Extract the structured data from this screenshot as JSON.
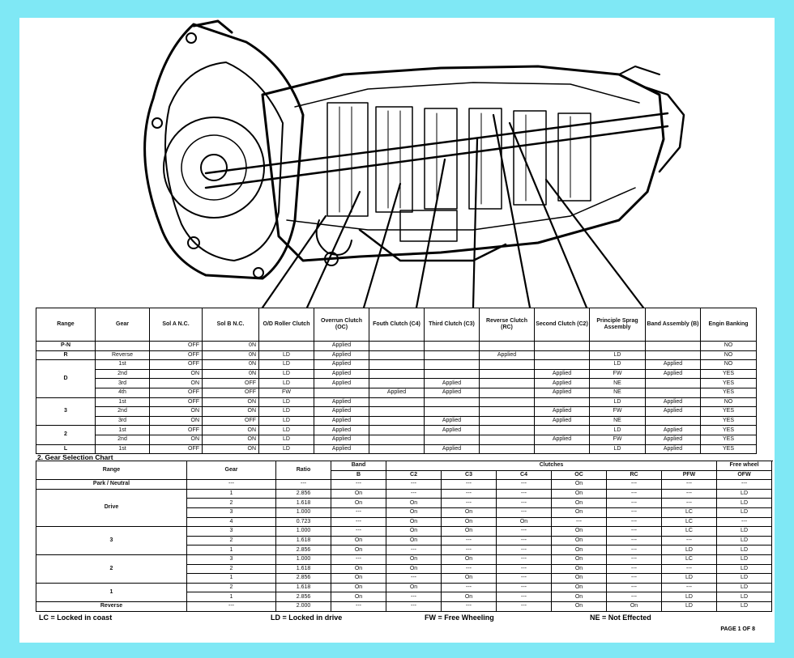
{
  "illustration": {
    "icon": "transmission-cutaway-icon"
  },
  "operation_chart": {
    "headers": [
      "Range",
      "Gear",
      "Sol A N.C.",
      "Sol B N.C.",
      "O/D Roller Clutch",
      "Overrun Clutch (OC)",
      "Fouth Clutch (C4)",
      "Third Clutch (C3)",
      "Reverse Clutch (RC)",
      "Second Clutch (C2)",
      "Principle Sprag Assembly",
      "Band Assembly (B)",
      "Engin Banking"
    ],
    "groups": [
      {
        "range": "P-N",
        "rows": [
          [
            "",
            "OFF",
            "0N",
            "",
            "Applied",
            "",
            "",
            "",
            "",
            "",
            "",
            "NO"
          ]
        ]
      },
      {
        "range": "R",
        "rows": [
          [
            "Reverse",
            "OFF",
            "0N",
            "LD",
            "Applied",
            "",
            "",
            "Applied",
            "",
            "LD",
            "",
            "NO"
          ]
        ]
      },
      {
        "range": "D",
        "rows": [
          [
            "1st",
            "OFF",
            "0N",
            "LD",
            "Applied",
            "",
            "",
            "",
            "",
            "LD",
            "Applied",
            "NO"
          ],
          [
            "2nd",
            "ON",
            "0N",
            "LD",
            "Applied",
            "",
            "",
            "",
            "Applied",
            "FW",
            "Applied",
            "YES"
          ],
          [
            "3rd",
            "ON",
            "OFF",
            "LD",
            "Applied",
            "",
            "Applied",
            "",
            "Applied",
            "NE",
            "",
            "YES"
          ],
          [
            "4th",
            "OFF",
            "OFF",
            "FW",
            "",
            "Applied",
            "Applied",
            "",
            "Applied",
            "NE",
            "",
            "YES"
          ]
        ]
      },
      {
        "range": "3",
        "rows": [
          [
            "1st",
            "OFF",
            "ON",
            "LD",
            "Applied",
            "",
            "",
            "",
            "",
            "LD",
            "Applied",
            "NO"
          ],
          [
            "2nd",
            "ON",
            "ON",
            "LD",
            "Applied",
            "",
            "",
            "",
            "Applied",
            "FW",
            "Applied",
            "YES"
          ],
          [
            "3rd",
            "ON",
            "OFF",
            "LD",
            "Applied",
            "",
            "Applied",
            "",
            "Applied",
            "NE",
            "",
            "YES"
          ]
        ]
      },
      {
        "range": "2",
        "rows": [
          [
            "1st",
            "OFF",
            "ON",
            "LD",
            "Applied",
            "",
            "Applied",
            "",
            "",
            "LD",
            "Applied",
            "YES"
          ],
          [
            "2nd",
            "ON",
            "ON",
            "LD",
            "Applied",
            "",
            "",
            "",
            "Applied",
            "FW",
            "Applied",
            "YES"
          ]
        ]
      },
      {
        "range": "L",
        "rows": [
          [
            "1st",
            "OFF",
            "ON",
            "LD",
            "Applied",
            "",
            "Applied",
            "",
            "",
            "LD",
            "Applied",
            "YES"
          ]
        ]
      }
    ]
  },
  "selection_chart": {
    "title": "2. Gear Selection Chart",
    "headers_top": [
      "Range",
      "Gear",
      "Ratio",
      "Band",
      "Clutches",
      "Free wheel"
    ],
    "headers_sub": [
      "B",
      "C2",
      "C3",
      "C4",
      "OC",
      "RC",
      "PFW",
      "OFW"
    ],
    "groups": [
      {
        "range": "Park / Neutral",
        "rows": [
          [
            "---",
            "---",
            "---",
            "---",
            "---",
            "---",
            "On",
            "---",
            "---",
            "---"
          ]
        ]
      },
      {
        "range": "Drive",
        "rows": [
          [
            "1",
            "2.856",
            "On",
            "---",
            "---",
            "---",
            "On",
            "---",
            "---",
            "LD"
          ],
          [
            "2",
            "1.618",
            "On",
            "On",
            "---",
            "---",
            "On",
            "---",
            "---",
            "LD"
          ],
          [
            "3",
            "1.000",
            "---",
            "On",
            "On",
            "---",
            "On",
            "---",
            "LC",
            "LD"
          ],
          [
            "4",
            "0.723",
            "---",
            "On",
            "On",
            "On",
            "---",
            "---",
            "LC",
            "---"
          ]
        ]
      },
      {
        "range": "3",
        "rows": [
          [
            "3",
            "1.000",
            "---",
            "On",
            "On",
            "---",
            "On",
            "---",
            "LC",
            "LD"
          ],
          [
            "2",
            "1.618",
            "On",
            "On",
            "---",
            "---",
            "On",
            "---",
            "---",
            "LD"
          ],
          [
            "1",
            "2.856",
            "On",
            "---",
            "---",
            "---",
            "On",
            "---",
            "LD",
            "LD"
          ]
        ]
      },
      {
        "range": "2",
        "rows": [
          [
            "3",
            "1.000",
            "---",
            "On",
            "On",
            "---",
            "On",
            "---",
            "LC",
            "LD"
          ],
          [
            "2",
            "1.618",
            "On",
            "On",
            "---",
            "---",
            "On",
            "---",
            "---",
            "LD"
          ],
          [
            "1",
            "2.856",
            "On",
            "---",
            "On",
            "---",
            "On",
            "---",
            "LD",
            "LD"
          ]
        ]
      },
      {
        "range": "1",
        "rows": [
          [
            "2",
            "1.618",
            "On",
            "On",
            "---",
            "---",
            "On",
            "---",
            "---",
            "LD"
          ],
          [
            "1",
            "2.856",
            "On",
            "---",
            "On",
            "---",
            "On",
            "---",
            "LD",
            "LD"
          ]
        ]
      },
      {
        "range": "Reverse",
        "rows": [
          [
            "---",
            "2.000",
            "---",
            "---",
            "---",
            "---",
            "On",
            "On",
            "LD",
            "LD"
          ]
        ]
      }
    ]
  },
  "legend": {
    "lc": "LC = Locked in coast",
    "ld": "LD = Locked in drive",
    "fw": "FW = Free Wheeling",
    "ne": "NE = Not Effected"
  },
  "page_label": "PAGE 1 OF 8"
}
